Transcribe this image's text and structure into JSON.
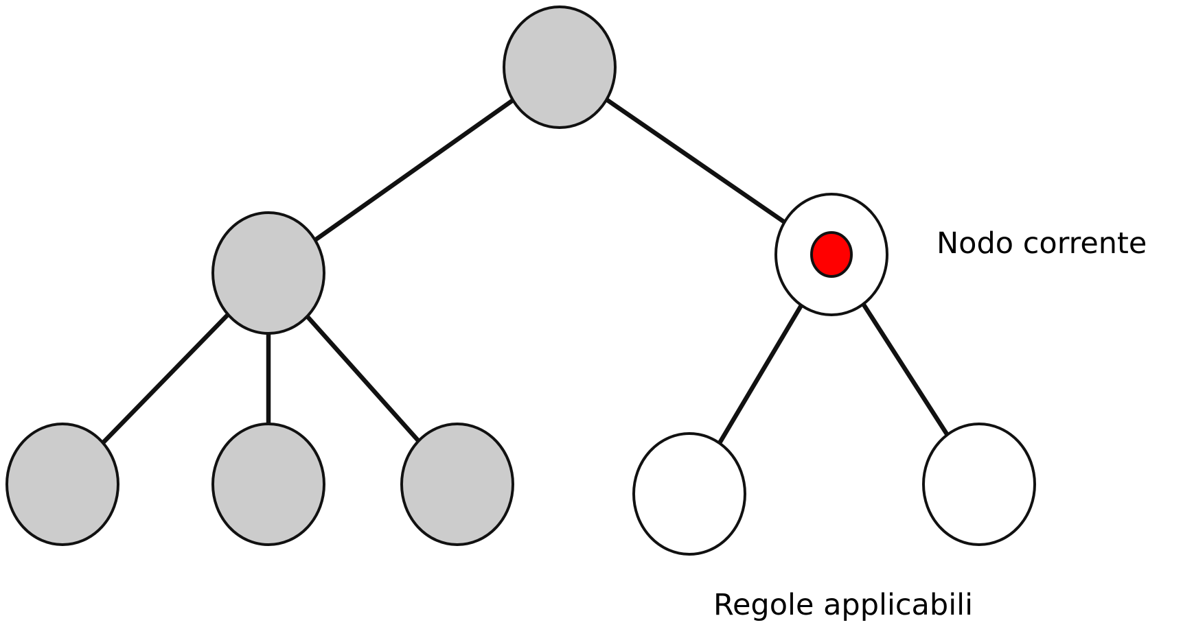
{
  "diagram": {
    "labels": {
      "current_node": "Nodo corrente",
      "applicable_rules": "Regole applicabili"
    },
    "colors": {
      "explored_node": "#cccccc",
      "unexplored_node": "#ffffff",
      "current_marker": "#ff0000",
      "stroke": "#111111"
    },
    "nodes": [
      {
        "id": "root",
        "state": "explored"
      },
      {
        "id": "left-child",
        "state": "explored"
      },
      {
        "id": "current",
        "state": "current"
      },
      {
        "id": "leaf-1",
        "state": "explored"
      },
      {
        "id": "leaf-2",
        "state": "explored"
      },
      {
        "id": "leaf-3",
        "state": "explored"
      },
      {
        "id": "rule-node-1",
        "state": "unexplored"
      },
      {
        "id": "rule-node-2",
        "state": "unexplored"
      }
    ],
    "edges": [
      [
        "root",
        "left-child"
      ],
      [
        "root",
        "current"
      ],
      [
        "left-child",
        "leaf-1"
      ],
      [
        "left-child",
        "leaf-2"
      ],
      [
        "left-child",
        "leaf-3"
      ],
      [
        "current",
        "rule-node-1"
      ],
      [
        "current",
        "rule-node-2"
      ]
    ]
  }
}
